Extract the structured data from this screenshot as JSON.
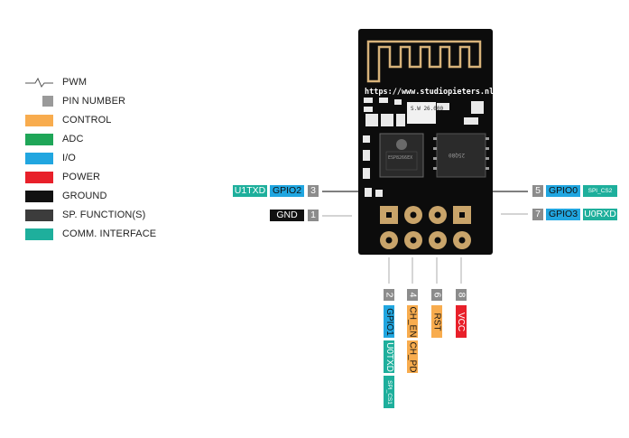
{
  "legend": {
    "items": [
      {
        "label": "PWM",
        "kind": "pwm",
        "color": "#555555"
      },
      {
        "label": "PIN NUMBER",
        "kind": "small",
        "color": "#9a9a9a"
      },
      {
        "label": "CONTROL",
        "kind": "block",
        "color": "#f8ac4e"
      },
      {
        "label": "ADC",
        "kind": "block",
        "color": "#1fa658"
      },
      {
        "label": "I/O",
        "kind": "block",
        "color": "#21a6e0"
      },
      {
        "label": "POWER",
        "kind": "block",
        "color": "#e8202a"
      },
      {
        "label": "GROUND",
        "kind": "block",
        "color": "#111111"
      },
      {
        "label": "SP. FUNCTION(S)",
        "kind": "block",
        "color": "#3c3c3c"
      },
      {
        "label": "COMM. INTERFACE",
        "kind": "block",
        "color": "#1eaf9c"
      }
    ]
  },
  "board": {
    "url": "https://www.studiopieters.nl",
    "crystal": "S.W\n26.000",
    "chip_text": "ESP8266EX",
    "flash_text": "25Q80"
  },
  "pins": {
    "p3": {
      "num": "3",
      "labels": [
        "U1TXD",
        "GPIO2"
      ]
    },
    "p1": {
      "num": "1",
      "labels": [
        "GND"
      ]
    },
    "p5": {
      "num": "5",
      "labels": [
        "GPIO0",
        "SPI_CS2"
      ]
    },
    "p7": {
      "num": "7",
      "labels": [
        "GPIO3",
        "U0RXD"
      ]
    },
    "p2": {
      "num": "2",
      "labels": [
        "GPIO1",
        "U0TXD",
        "SPI_CS1"
      ]
    },
    "p4": {
      "num": "4",
      "labels": [
        "CH_EN",
        "CH_PD"
      ]
    },
    "p6": {
      "num": "6",
      "labels": [
        "RST"
      ]
    },
    "p8": {
      "num": "8",
      "labels": [
        "VCC"
      ]
    }
  },
  "colors": {
    "comm": "#1eaf9c",
    "io": "#21a6e0",
    "ground": "#111111",
    "control": "#f8ac4e",
    "power": "#e8202a",
    "num": "#8c8c8c",
    "board": "#0c0c0c"
  }
}
